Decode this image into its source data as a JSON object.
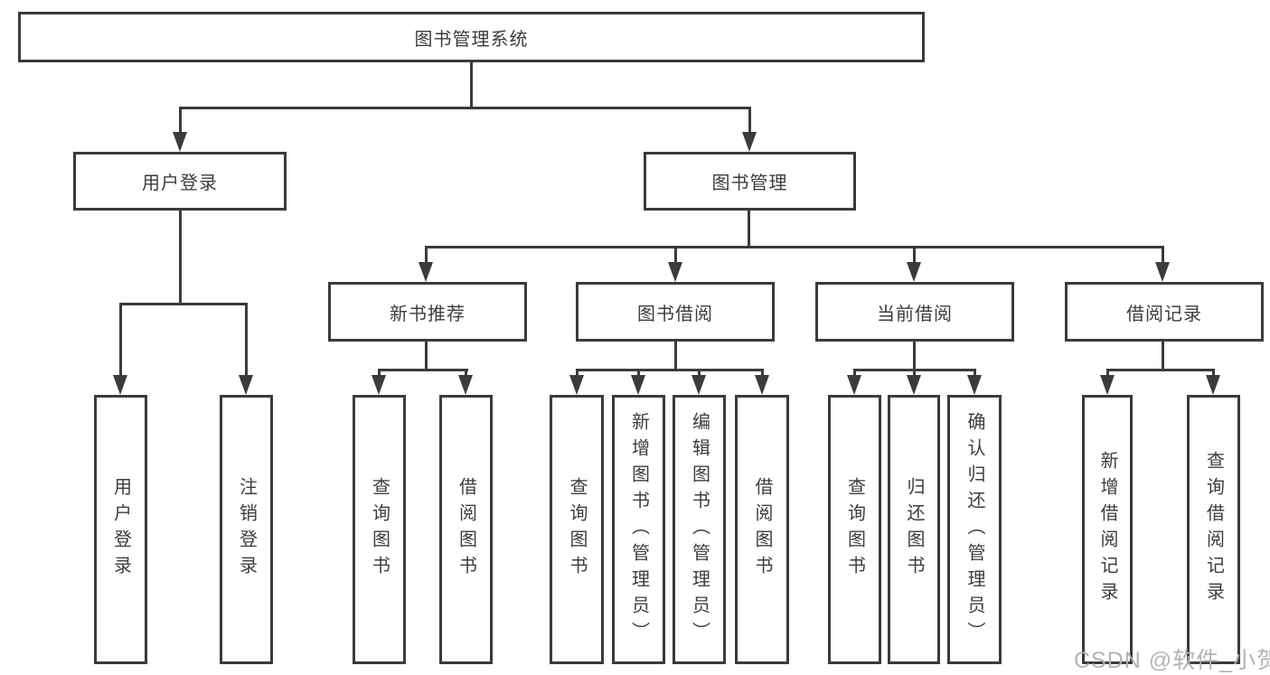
{
  "colors": {
    "background": "#ffffff",
    "line": "#3b3b3b",
    "text": "#3d3d3d",
    "watermark": "#b0b0b0"
  },
  "watermark": {
    "text": "CSDN @软件_小贺同学"
  },
  "tree": {
    "root": "图书管理系统",
    "level2": [
      "用户登录",
      "图书管理"
    ],
    "level3": [
      "新书推荐",
      "图书借阅",
      "当前借阅",
      "借阅记录"
    ],
    "leaves": {
      "user": [
        "用户登录",
        "注销登录"
      ],
      "recommend": [
        "查询图书",
        "借阅图书"
      ],
      "borrow": [
        "查询图书",
        "新增图书（管理员）",
        "编辑图书（管理员）",
        "借阅图书"
      ],
      "current": [
        "查询图书",
        "归还图书",
        "确认归还（管理员）"
      ],
      "records": [
        "新增借阅记录",
        "查询借阅记录"
      ]
    }
  }
}
